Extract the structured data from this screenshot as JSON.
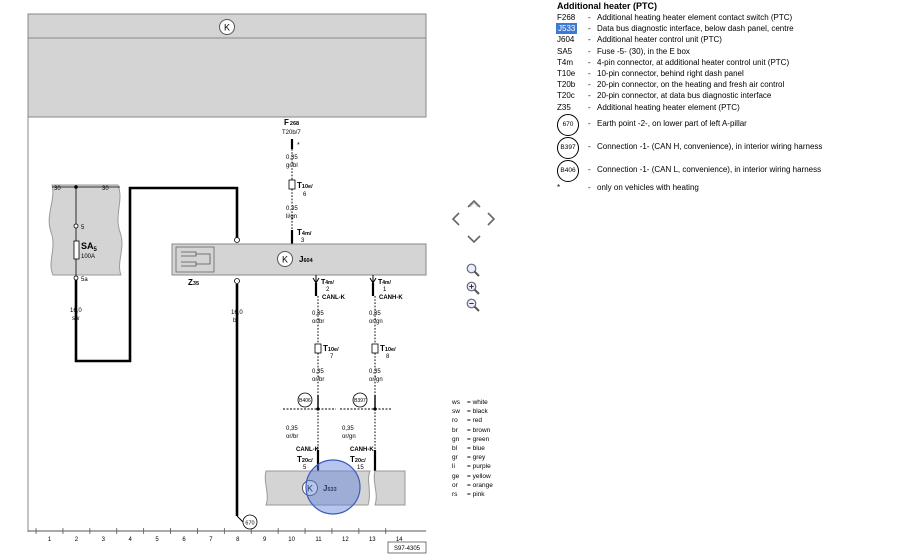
{
  "legend": {
    "title": "Additional heater (PTC)",
    "items": [
      {
        "code": "F268",
        "desc": "Additional heating heater element contact switch (PTC)"
      },
      {
        "code": "J533",
        "desc": "Data bus diagnostic interface, below dash panel, centre",
        "selected": true
      },
      {
        "code": "J604",
        "desc": "Additional heater control unit (PTC)"
      },
      {
        "code": "SA5",
        "desc": "Fuse -5- (30), in the E box"
      },
      {
        "code": "T4m",
        "desc": "4-pin connector, at additional heater control unit (PTC)"
      },
      {
        "code": "T10e",
        "desc": "10-pin connector, behind right dash panel"
      },
      {
        "code": "T20b",
        "desc": "20-pin connector, on the heating and fresh air control"
      },
      {
        "code": "T20c",
        "desc": "20-pin connector, at data bus diagnostic interface"
      },
      {
        "code": "Z35",
        "desc": "Additional heating heater element (PTC)"
      }
    ],
    "circle_items": [
      {
        "code": "670",
        "desc": "Earth point -2-, on lower part of left A-pillar"
      },
      {
        "code": "B397",
        "desc": "Connection -1- (CAN H, convenience), in interior wiring harness"
      },
      {
        "code": "B406",
        "desc": "Connection -1- (CAN L, convenience), in interior wiring harness"
      }
    ],
    "footnote": {
      "code": "*",
      "desc": "only on vehicles with heating"
    }
  },
  "colors": [
    {
      "code": "ws",
      "name": "white"
    },
    {
      "code": "sw",
      "name": "black"
    },
    {
      "code": "ro",
      "name": "red"
    },
    {
      "code": "br",
      "name": "brown"
    },
    {
      "code": "gn",
      "name": "green"
    },
    {
      "code": "bl",
      "name": "blue"
    },
    {
      "code": "gr",
      "name": "grey"
    },
    {
      "code": "li",
      "name": "purple"
    },
    {
      "code": "ge",
      "name": "yellow"
    },
    {
      "code": "or",
      "name": "orange"
    },
    {
      "code": "rs",
      "name": "pink"
    }
  ],
  "diagram": {
    "k_symbol": "K",
    "fuse_box": {
      "terminal": "30",
      "fuse_code": "SA",
      "fuse_sub": "5",
      "fuse_rating": "100A",
      "pin_top": "5",
      "pin_bottom": "5a"
    },
    "f268": {
      "code": "F",
      "sub": "268",
      "conn": "T20b/7",
      "wire_size": "0,35",
      "wire_color": "gr/bl",
      "asterisk": "*"
    },
    "t10e_top": {
      "code": "T",
      "sub": "10e/",
      "pin": "6"
    },
    "wire_lisw": {
      "size": "0,35",
      "color": "li/gn"
    },
    "t4m_top": {
      "code": "T",
      "sub": "4m/",
      "pin": "3"
    },
    "j604": {
      "code": "J",
      "sub": "604"
    },
    "z35": {
      "code": "Z",
      "sub": "35"
    },
    "t4m_left": {
      "code": "T",
      "sub": "4m/",
      "pin": "2",
      "signal": "CANL-K"
    },
    "t4m_right": {
      "code": "T",
      "sub": "4m/",
      "pin": "1",
      "signal": "CANH-K"
    },
    "wire_sw": {
      "size": "16,0",
      "color": "sw"
    },
    "wire_br": {
      "size": "16,0",
      "color": "br"
    },
    "w_orbr1": {
      "size": "0,35",
      "color": "or/br"
    },
    "w_orgn1": {
      "size": "0,35",
      "color": "or/gn"
    },
    "t10e_l": {
      "code": "T",
      "sub": "10e/",
      "pin": "7"
    },
    "t10e_r": {
      "code": "T",
      "sub": "10e/",
      "pin": "8"
    },
    "w_orbr2": {
      "size": "0,35",
      "color": "or/br"
    },
    "w_orgn2": {
      "size": "0,35",
      "color": "or/gn"
    },
    "b406": "B406",
    "b397": "B397",
    "w_orbr3": {
      "size": "0,35",
      "color": "or/br"
    },
    "w_orgn3": {
      "size": "0,35",
      "color": "or/gn"
    },
    "t20c_l": {
      "signal": "CANL-K",
      "code": "T",
      "sub": "20c/",
      "pin": "5"
    },
    "t20c_r": {
      "signal": "CANH-K",
      "code": "T",
      "sub": "20c/",
      "pin": "15"
    },
    "j533": {
      "code": "J",
      "sub": "533"
    },
    "earth": "670",
    "ruler": [
      "1",
      "2",
      "3",
      "4",
      "5",
      "6",
      "7",
      "8",
      "9",
      "10",
      "11",
      "12",
      "13",
      "14"
    ],
    "ref": "S97-4305"
  },
  "nav": {
    "icons": [
      "pan-up",
      "pan-left",
      "pan-right",
      "pan-down",
      "zoom-fit",
      "zoom-in",
      "zoom-out"
    ]
  }
}
